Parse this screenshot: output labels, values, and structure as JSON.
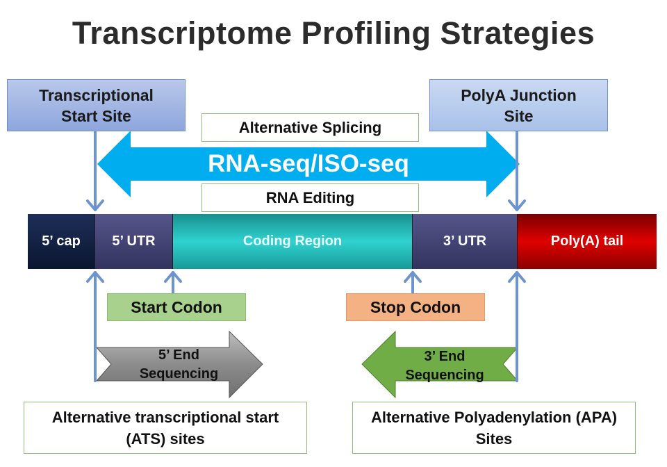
{
  "title": "Transcriptome Profiling Strategies",
  "top_labels": {
    "tss": "Transcriptional Start Site",
    "polya_junction": "PolyA Junction Site"
  },
  "middle": {
    "alt_splicing": "Alternative Splicing",
    "rna_seq": "RNA-seq/ISO-seq",
    "rna_editing": "RNA Editing"
  },
  "transcript_segments": [
    {
      "label": "5’ cap",
      "color": "#0f1d3c"
    },
    {
      "label": "5’ UTR",
      "color": "#3d3d70"
    },
    {
      "label": "Coding Region",
      "color": "#23b7b5"
    },
    {
      "label": "3’ UTR",
      "color": "#3d3d70"
    },
    {
      "label": "Poly(A) tail",
      "color": "#cc0000"
    }
  ],
  "codons": {
    "start": "Start Codon",
    "stop": "Stop Codon"
  },
  "end_sequencing": {
    "five_prime": "5’ End Sequencing",
    "three_prime": "3’ End Sequencing"
  },
  "bottom_labels": {
    "ats": "Alternative transcriptional start (ATS) sites",
    "apa": "Alternative Polyadenylation (APA) Sites"
  },
  "colors": {
    "arrow_blue": "#00aeef",
    "connector_blue": "#6e94cf",
    "start_codon_bg": "#a9d18e",
    "stop_codon_bg": "#f4b183",
    "five_prime_arrow": "#8c8c8c",
    "three_prime_arrow": "#70ad47"
  }
}
